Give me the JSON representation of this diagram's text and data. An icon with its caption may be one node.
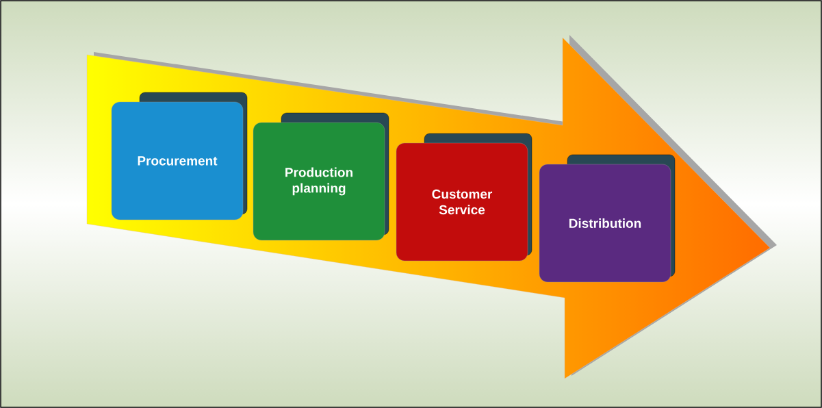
{
  "diagram": {
    "nodes": [
      {
        "text": [
          "Procurement"
        ]
      },
      {
        "text": [
          "Production planning"
        ]
      },
      {
        "text": [
          "Customer Service"
        ]
      },
      {
        "text": [
          "Distribution"
        ]
      }
    ]
  }
}
